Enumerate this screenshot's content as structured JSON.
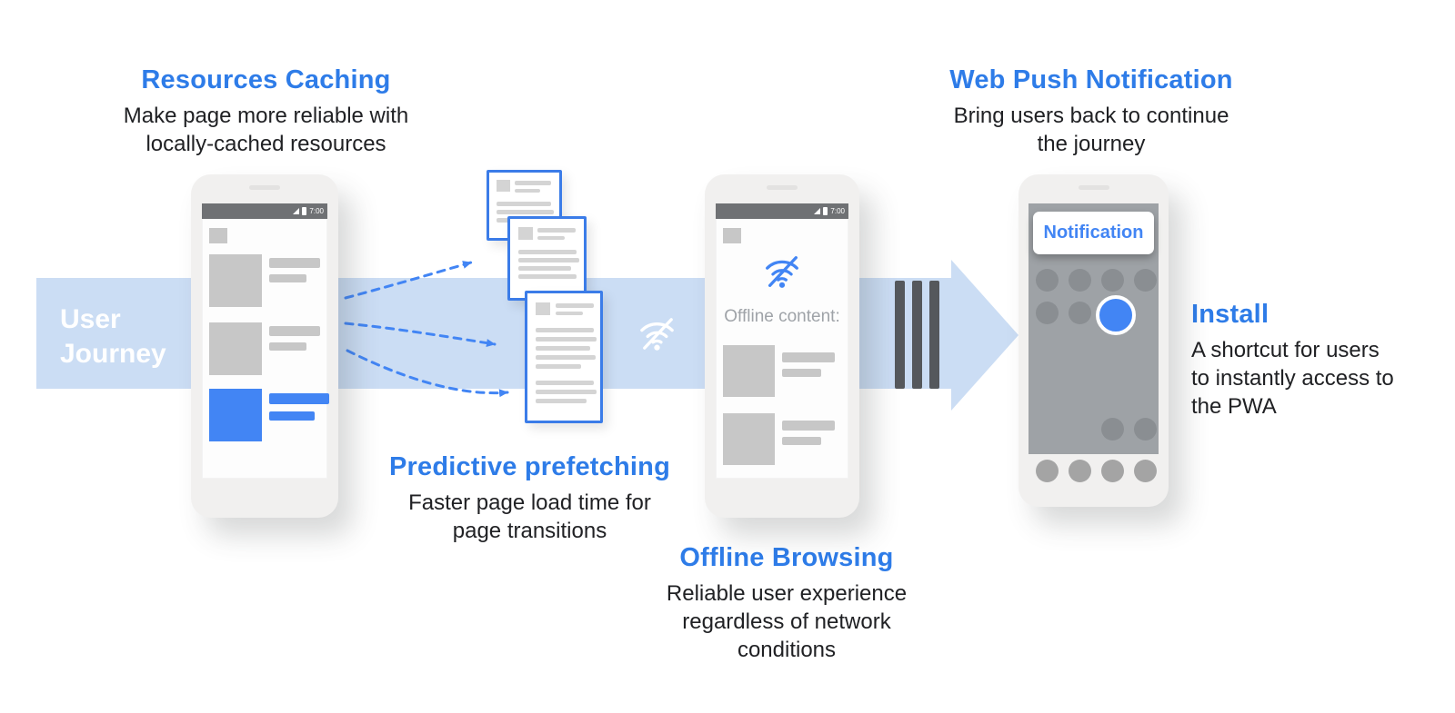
{
  "journey": {
    "line1": "User",
    "line2": "Journey"
  },
  "sections": {
    "resources_caching": {
      "title": "Resources Caching",
      "subtitle_lines": [
        "Make page more reliable with",
        "locally-cached resources"
      ]
    },
    "predictive_prefetching": {
      "title": "Predictive prefetching",
      "subtitle_lines": [
        "Faster page load time for",
        "page transitions"
      ]
    },
    "offline_browsing": {
      "title": "Offline Browsing",
      "subtitle_lines": [
        "Reliable user experience",
        "regardless of network",
        "conditions"
      ]
    },
    "web_push_notification": {
      "title": "Web Push Notification",
      "subtitle_lines": [
        "Bring users back to continue",
        "the journey"
      ]
    },
    "install": {
      "title": "Install",
      "subtitle_lines": [
        "A shortcut for users",
        "to instantly access to",
        "the PWA"
      ]
    }
  },
  "phones": {
    "status_time": "7:00",
    "offline_phone": {
      "offline_label": "Offline content:"
    },
    "notification_phone": {
      "notification_label": "Notification"
    }
  },
  "colors": {
    "heading_blue": "#2E7CE8",
    "icon_blue": "#4285F4",
    "arrow_fill": "#CBDDF4",
    "placeholder_gray": "#C7C7C7",
    "dark_screen_gray": "#9EA2A6"
  }
}
